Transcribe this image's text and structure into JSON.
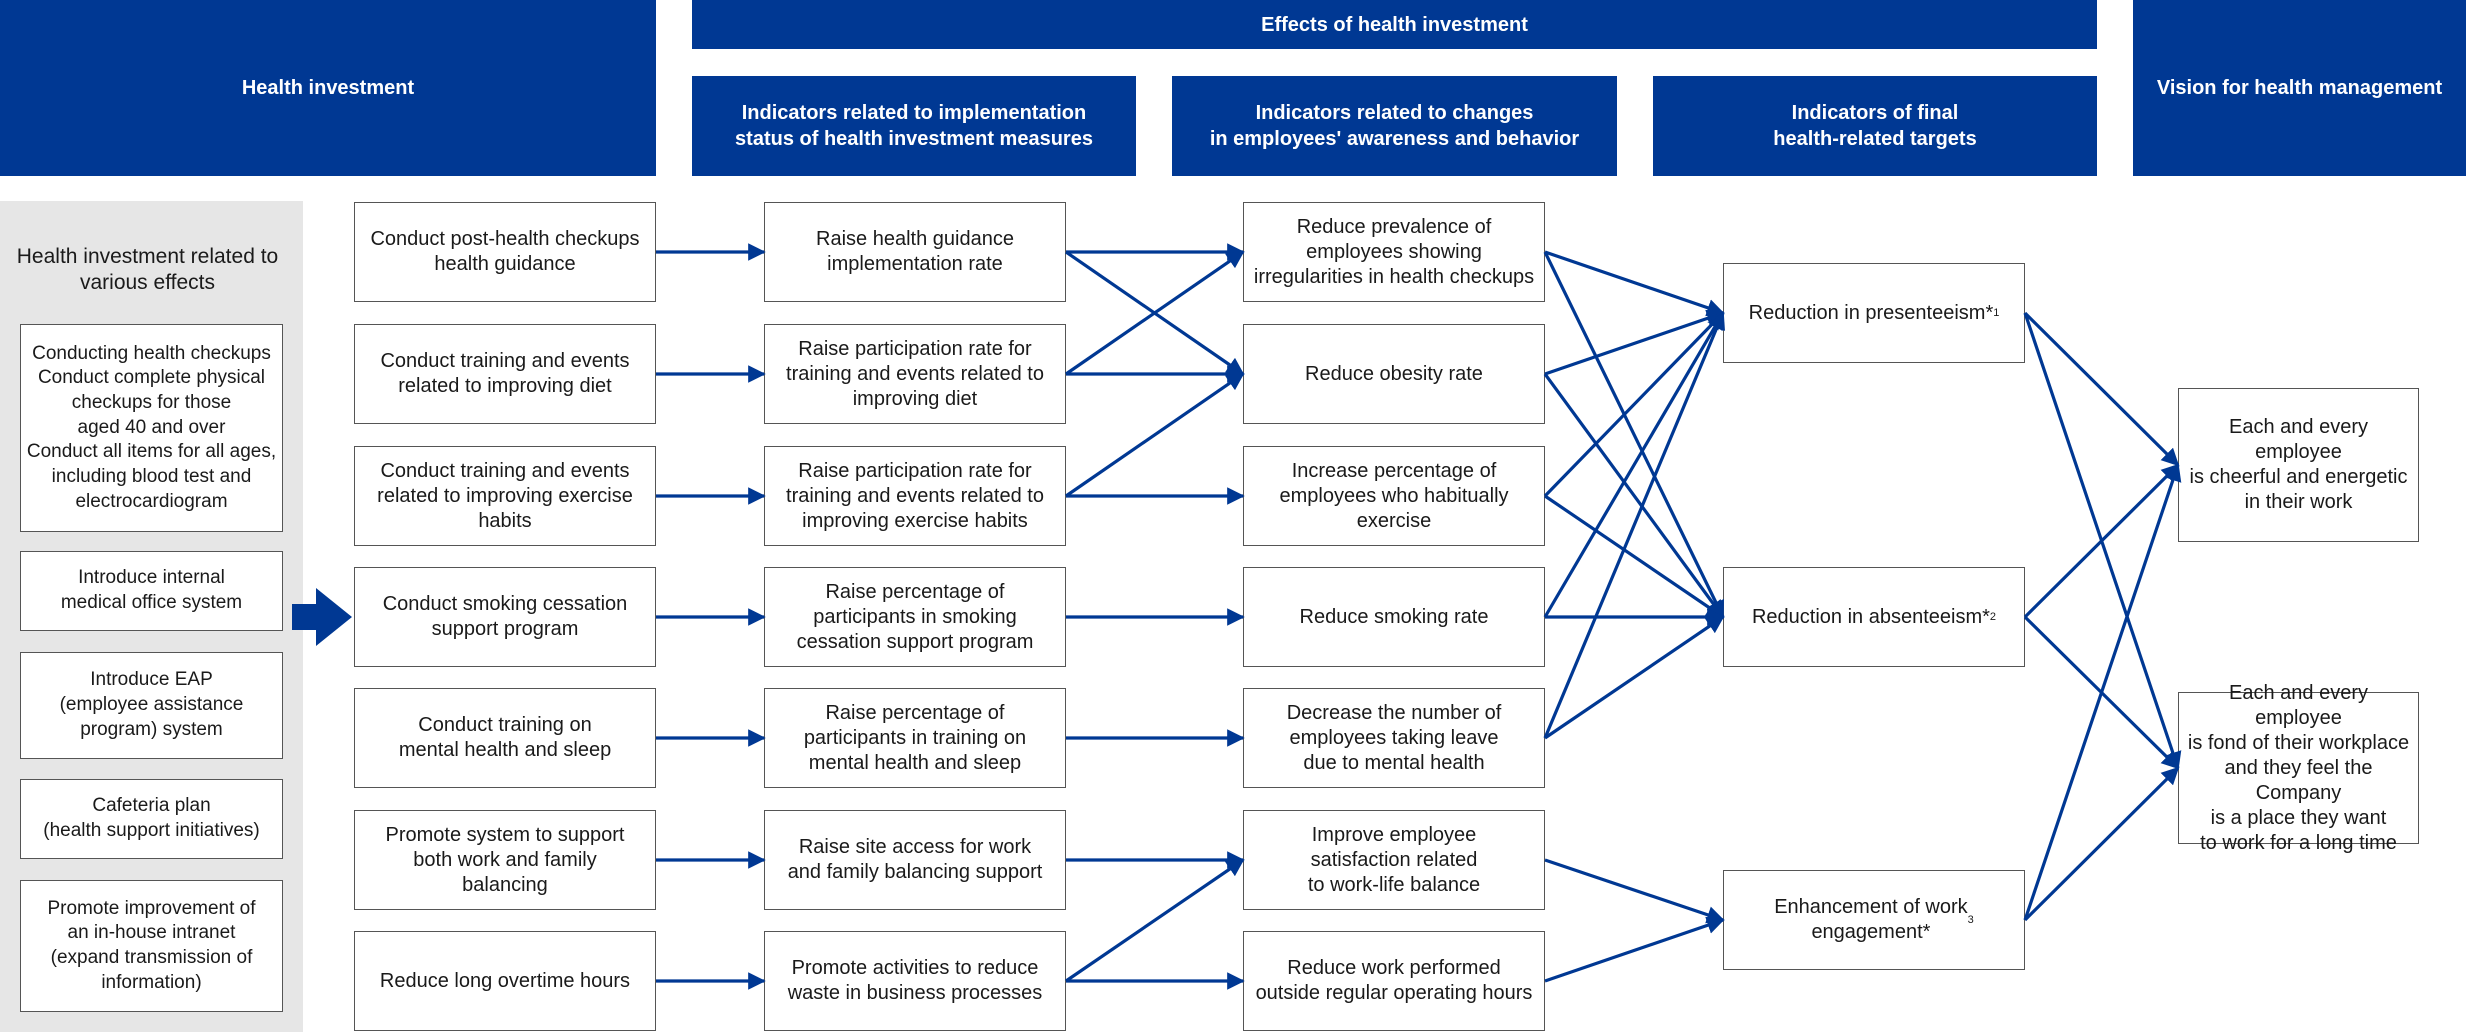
{
  "headers": {
    "health_investment": "Health investment",
    "effects": "Effects of health investment",
    "implementation": "Indicators related to implementation\nstatus of health investment measures",
    "awareness": "Indicators related to changes\nin employees' awareness and behavior",
    "final_targets": "Indicators of final\nhealth-related targets",
    "vision": "Vision for health management"
  },
  "left_panel": {
    "title": "Health investment related to\nvarious effects",
    "items": [
      "Conducting health checkups\nConduct complete physical\ncheckups for those\naged 40 and over\nConduct all items for all ages,\nincluding blood test and\nelectrocardiogram",
      "Introduce internal\nmedical office system",
      "Introduce EAP\n(employee assistance\nprogram) system",
      "Cafeteria plan\n(health support initiatives)",
      "Promote improvement of\nan in-house intranet\n(expand transmission of\ninformation)"
    ]
  },
  "investments": [
    "Conduct post-health checkups\nhealth guidance",
    "Conduct training and events\nrelated to improving diet",
    "Conduct training and events\nrelated to improving exercise\nhabits",
    "Conduct smoking cessation\nsupport program",
    "Conduct training on\nmental health and sleep",
    "Promote system to support\nboth work and family\nbalancing",
    "Reduce long overtime hours"
  ],
  "implementation": [
    "Raise health guidance\nimplementation rate",
    "Raise participation rate for\ntraining and events related to\nimproving diet",
    "Raise participation rate for\ntraining and events related to\nimproving exercise habits",
    "Raise percentage of\nparticipants in smoking\ncessation support program",
    "Raise percentage of\nparticipants in training on\nmental health and sleep",
    "Raise site access for work\nand family balancing support",
    "Promote activities to reduce\nwaste in business processes"
  ],
  "awareness": [
    "Reduce prevalence of\nemployees showing\nirregularities in health checkups",
    "Reduce obesity rate",
    "Increase percentage of\nemployees who habitually\nexercise",
    "Reduce smoking rate",
    "Decrease the number of\nemployees taking leave\ndue to mental health",
    "Improve employee\nsatisfaction related\nto work-life balance",
    "Reduce work performed\noutside regular operating hours"
  ],
  "final_targets": [
    {
      "label": "Reduction in presenteeism*",
      "note": "1"
    },
    {
      "label": "Reduction in absenteeism*",
      "note": "2"
    },
    {
      "label": "Enhancement of work\nengagement*",
      "note": "3"
    }
  ],
  "vision": [
    "Each and every employee\nis cheerful and energetic\nin their work",
    "Each and every employee\nis fond of their workplace\nand they feel the Company\nis a place they want\nto work for a long time"
  ],
  "colors": {
    "brand": "#003893",
    "panel": "#e6e6e6",
    "border": "#555555"
  }
}
